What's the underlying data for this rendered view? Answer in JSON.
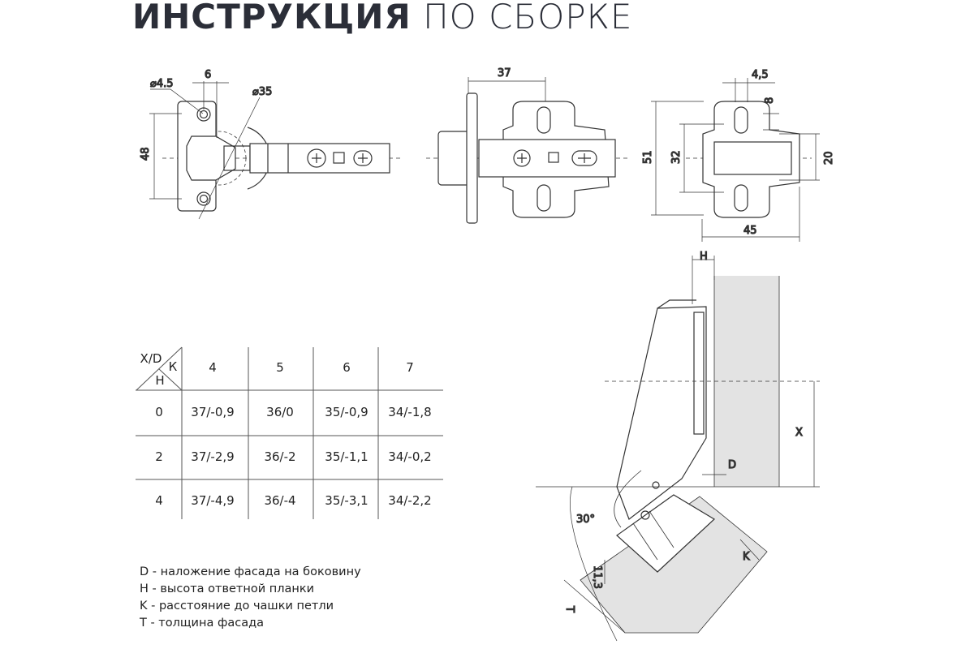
{
  "title": {
    "bold": "ИНСТРУКЦИЯ",
    "light": "ПО СБОРКЕ"
  },
  "dims": {
    "d45": "⌀4.5",
    "six": "6",
    "d35": "⌀35",
    "h48": "48",
    "w37": "37",
    "w45top": "4,5",
    "eight": "8",
    "h51": "51",
    "h32": "32",
    "h20": "20",
    "w45": "45",
    "H": "H",
    "X": "X",
    "D": "D",
    "angle": "30°",
    "K": "K",
    "t113": "11,3",
    "T": "T"
  },
  "table": {
    "corner": {
      "xd": "X/D",
      "k": "К",
      "h": "Н"
    },
    "columns": [
      "4",
      "5",
      "6",
      "7"
    ],
    "rows": [
      {
        "h": "0",
        "values": [
          "37/-0,9",
          "36/0",
          "35/-0,9",
          "34/-1,8"
        ]
      },
      {
        "h": "2",
        "values": [
          "37/-2,9",
          "36/-2",
          "35/-1,1",
          "34/-0,2"
        ]
      },
      {
        "h": "4",
        "values": [
          "37/-4,9",
          "36/-4",
          "35/-3,1",
          "34/-2,2"
        ]
      }
    ]
  },
  "legend": [
    "D - наложение фасада на боковину",
    "H - высота ответной планки",
    "K - расстояние до чашки петли",
    "T - толщина фасада"
  ]
}
